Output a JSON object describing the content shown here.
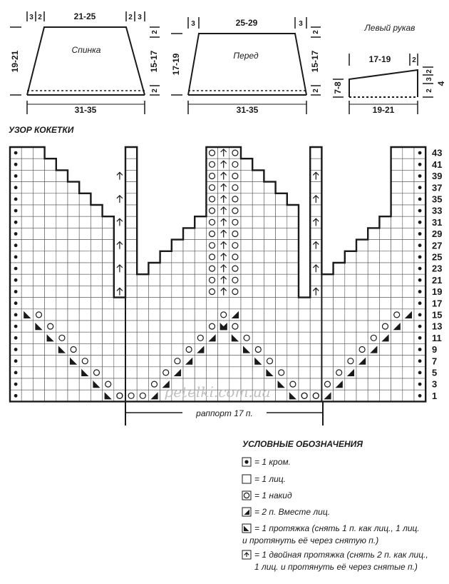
{
  "schematics": {
    "back": {
      "top_left_marks": [
        "3",
        "2"
      ],
      "top_width": "21-25",
      "top_right_marks": [
        "2",
        "3"
      ],
      "left_height": "19-21",
      "right_upper": "2",
      "right_height": "15-17",
      "right_lower": "2",
      "bottom_width": "31-35",
      "title": "Спинка"
    },
    "front": {
      "top_left_mark": "3",
      "top_width": "25-29",
      "top_right_mark": "3",
      "left_height": "17-19",
      "right_upper": "2",
      "right_height": "15-17",
      "right_lower": "2",
      "bottom_width": "31-35",
      "title": "Перед"
    },
    "sleeve": {
      "title": "Левый рукав",
      "top_width": "17-19",
      "top_right_mark": "2",
      "left_height": "7-8",
      "right_small_1": "2",
      "right_small_2": "3",
      "right_small_3": "2",
      "right_height": "4",
      "bottom_width": "19-21"
    }
  },
  "chart": {
    "title": "УЗОР КОКЕТКИ",
    "row_numbers": [
      "43",
      "41",
      "39",
      "37",
      "35",
      "33",
      "31",
      "29",
      "27",
      "25",
      "23",
      "21",
      "19",
      "17",
      "15",
      "13",
      "11",
      "9",
      "7",
      "5",
      "3",
      "1"
    ],
    "repeat_label": "раппорт 17 п.",
    "watermark": "petelki.com.ua"
  },
  "legend": {
    "title": "УСЛОВНЫЕ ОБОЗНАЧЕНИЯ",
    "items": [
      {
        "symbol": "edge-dot",
        "lines": [
          "= 1 кром."
        ]
      },
      {
        "symbol": "empty",
        "lines": [
          "= 1 лиц."
        ]
      },
      {
        "symbol": "circle",
        "lines": [
          "= 1 накид"
        ]
      },
      {
        "symbol": "k2tog",
        "lines": [
          "= 2 п. Вместе лиц."
        ]
      },
      {
        "symbol": "ssk",
        "lines": [
          "= 1 протяжка (снять 1 п. как лиц., 1 лиц.",
          "и протянуть её через снятую п.)"
        ]
      },
      {
        "symbol": "double",
        "lines": [
          "= 1 двойная протяжка (снять 2 п. как лиц.,",
          "1 лиц. и протянуть её через снятые п.)"
        ]
      }
    ]
  }
}
